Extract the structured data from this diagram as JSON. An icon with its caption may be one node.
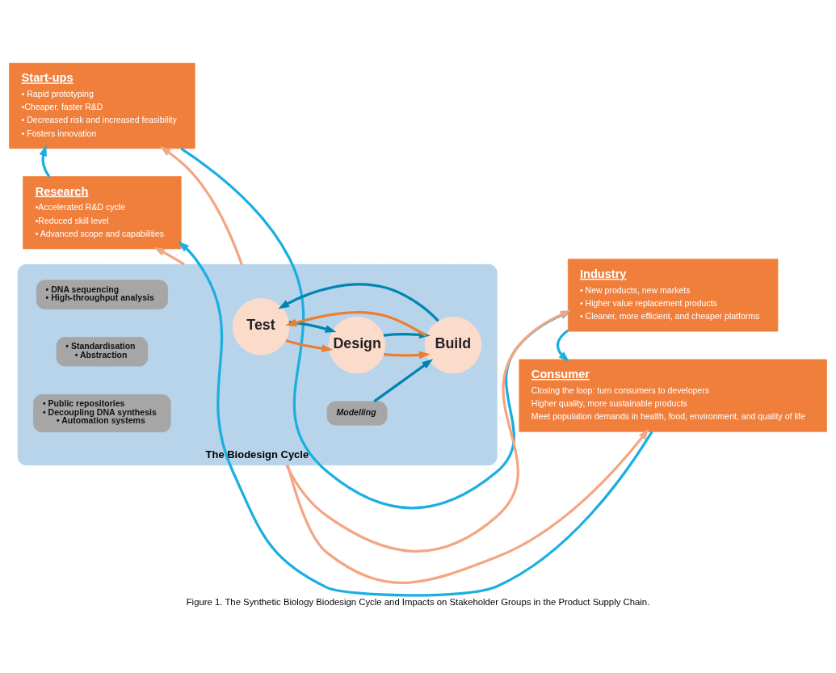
{
  "diagram": {
    "caption": "Figure 1. The Synthetic Biology Biodesign Cycle and Impacts on Stakeholder Groups in the Product Supply Chain.",
    "nodes": [
      {
        "text": [
          "Start-ups",
          "• Rapid prototyping",
          "•Cheaper, faster R&D",
          "• Decreased risk and increased feasibility",
          "• Fosters innovation"
        ]
      },
      {
        "text": [
          "Industry",
          "• New products, new markets",
          "• Higher value replacement products",
          "• Cleaner, more efficient, and cheaper platforms"
        ]
      },
      {
        "text": [
          "Research",
          "•Accelerated R&D cycle",
          "•Reduced skill level",
          "• Advanced scope and capabilities"
        ]
      },
      {
        "text": [
          "Consumer",
          "Closing the loop: turn consumers to developers",
          "Higher quality, more sustainable products",
          "Meet population demands in health, food, environment, and quality of life"
        ]
      },
      {
        "text": [
          "The Biodesign Cycle"
        ]
      },
      {
        "text": [
          "Test"
        ],
        "in": 4
      },
      {
        "text": [
          "Design"
        ],
        "in": 4
      },
      {
        "text": [
          "Build"
        ],
        "in": 4
      },
      {
        "text": [
          "• DNA sequencing",
          "• High-throughput analysis"
        ],
        "in": 4
      },
      {
        "text": [
          "• Standardisation",
          "• Abstraction"
        ],
        "in": 4
      },
      {
        "text": [
          "Modelling"
        ],
        "in": 4
      },
      {
        "text": [
          "• Public repositories",
          "• Decoupling DNA synthesis",
          "• Automation systems"
        ],
        "in": 4
      }
    ],
    "edges": [
      {
        "from": 0,
        "to": 1,
        "arrow": "to",
        "color": "#1aafe0"
      },
      {
        "from": 1,
        "to": 3,
        "arrow": "to",
        "color": "#1aafe0"
      },
      {
        "from": 3,
        "to": 2,
        "arrow": "to",
        "color": "#1aafe0"
      },
      {
        "from": 2,
        "to": 0,
        "arrow": "to",
        "color": "#1aafe0"
      },
      {
        "from": 4,
        "to": 0,
        "arrow": "to",
        "color": "#f4a582"
      },
      {
        "from": 4,
        "to": 1,
        "arrow": "to",
        "color": "#f4a582"
      },
      {
        "from": 4,
        "to": 2,
        "arrow": "to",
        "color": "#f4a582"
      },
      {
        "from": 4,
        "to": 3,
        "arrow": "to",
        "color": "#f4a582"
      },
      {
        "from": 5,
        "to": 6,
        "arrow": "to",
        "color": "#ed7d31"
      },
      {
        "from": 6,
        "to": 7,
        "arrow": "to",
        "color": "#ed7d31"
      },
      {
        "from": 7,
        "to": 5,
        "arrow": "to",
        "color": "#ed7d31"
      },
      {
        "from": 5,
        "to": 6,
        "arrow": "to",
        "color": "#0085b2"
      },
      {
        "from": 6,
        "to": 7,
        "arrow": "to",
        "color": "#0085b2"
      },
      {
        "from": 7,
        "to": 5,
        "arrow": "to",
        "color": "#0085b2"
      },
      {
        "from": 10,
        "to": 7,
        "arrow": "to",
        "color": "#0085b2"
      }
    ]
  }
}
